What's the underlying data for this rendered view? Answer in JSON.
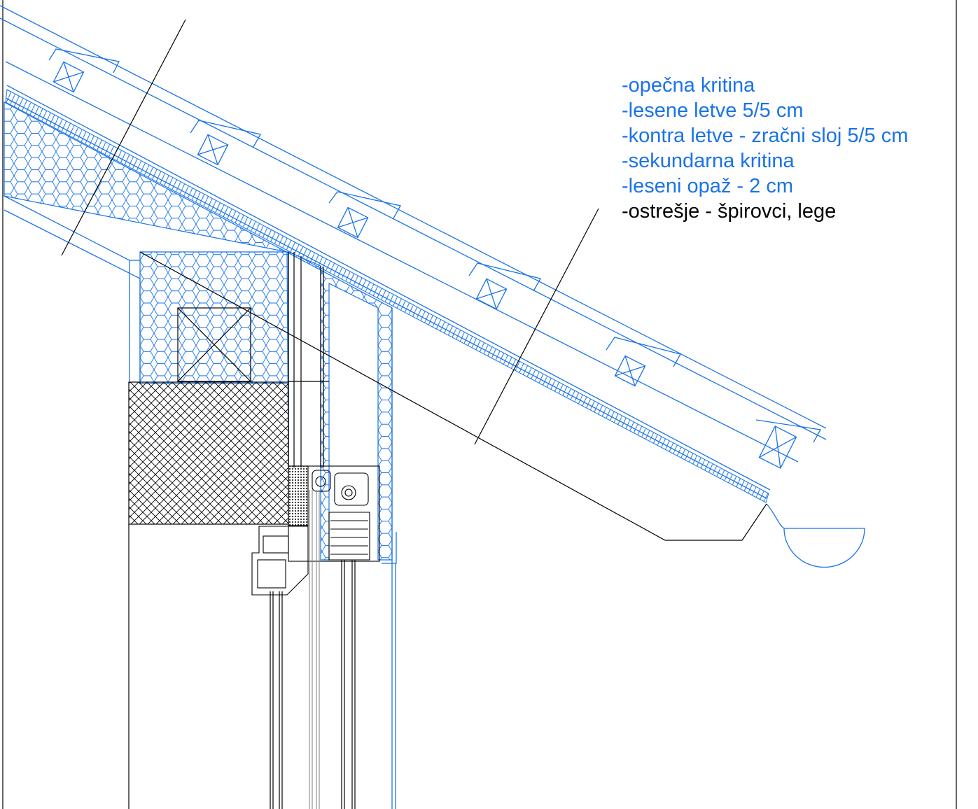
{
  "legend": {
    "items": [
      {
        "text": "-opečna kritina",
        "color": "#1a73e8"
      },
      {
        "text": "-lesene letve 5/5 cm",
        "color": "#1a73e8"
      },
      {
        "text": "-kontra letve - zračni sloj 5/5 cm",
        "color": "#1a73e8"
      },
      {
        "text": "-sekundarna kritina",
        "color": "#1a73e8"
      },
      {
        "text": "-leseni opaž - 2 cm",
        "color": "#1a73e8"
      },
      {
        "text": "-ostrešje - špirovci, lege",
        "color": "#000000"
      }
    ]
  },
  "colors": {
    "layer_lines": "#1a73e8",
    "construction_lines": "#000000",
    "background": "#ffffff"
  }
}
